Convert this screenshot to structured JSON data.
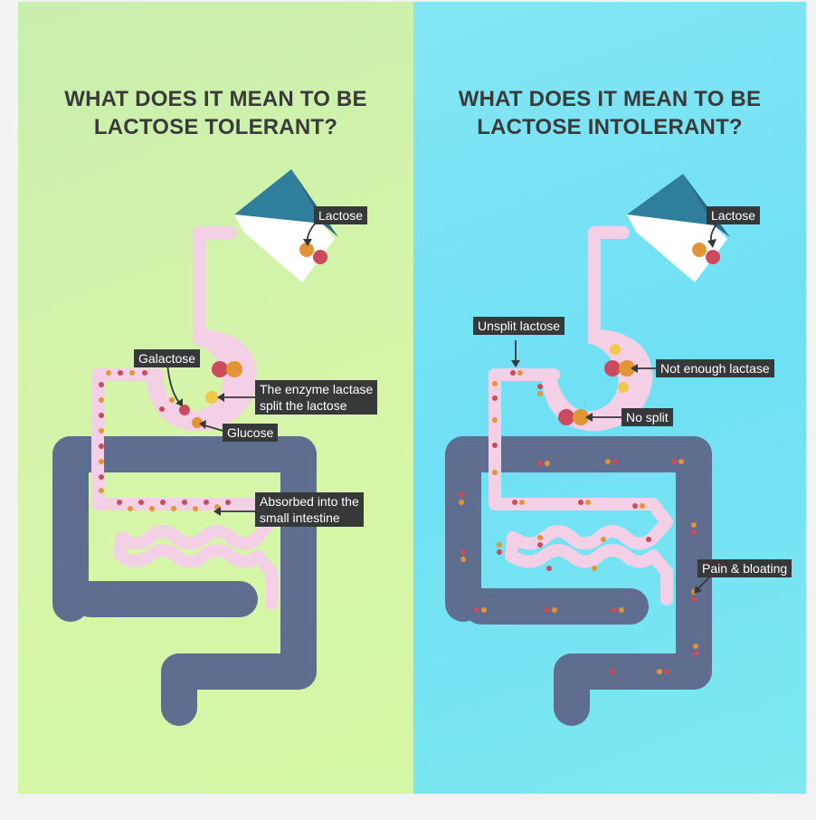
{
  "left": {
    "title_line1": "WHAT DOES IT MEAN TO BE",
    "title_line2": "LACTOSE TOLERANT?",
    "labels": {
      "lactose": "Lactose",
      "galactose": "Galactose",
      "enzyme_line1": "The enzyme lactase",
      "enzyme_line2": "split the lactose",
      "glucose": "Glucose",
      "absorbed_line1": "Absorbed into the",
      "absorbed_line2": "small intestine"
    }
  },
  "right": {
    "title_line1": "WHAT DOES IT MEAN TO BE",
    "title_line2": "LACTOSE INTOLERANT?",
    "labels": {
      "lactose": "Lactose",
      "unsplit": "Unsplit lactose",
      "not_enough": "Not enough lactase",
      "no_split": "No split",
      "pain": "Pain & bloating"
    }
  },
  "colors": {
    "glucose": "#e39434",
    "galactose": "#cc4a5e",
    "lactase": "#f0c84a",
    "colon": "#5f6d8f",
    "intestine": "#f3d0e6",
    "carton_top": "#2f7f9c",
    "label_bg": "#363839"
  }
}
